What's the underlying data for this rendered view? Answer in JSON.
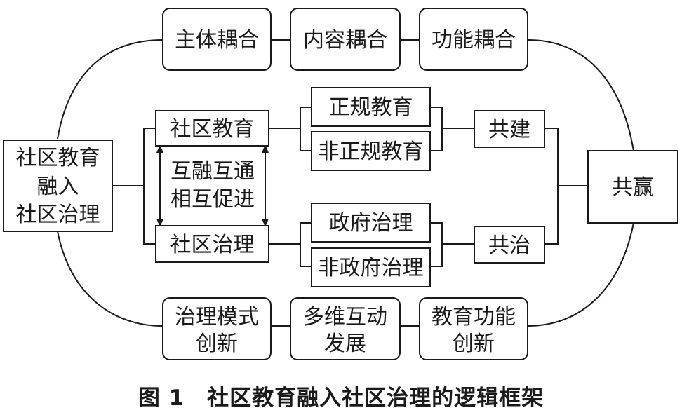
{
  "left_box": {
    "line1": "社区教育",
    "line2": "融入",
    "line3": "社区治理"
  },
  "top_row": {
    "item1": "主体耦合",
    "item2": "内容耦合",
    "item3": "功能耦合"
  },
  "mid": {
    "edu": "社区教育",
    "gov": "社区治理",
    "mutual_line1": "互融互通",
    "mutual_line2": "相互促进",
    "formal_edu": "正规教育",
    "nonformal_edu": "非正规教育",
    "gov_governance": "政府治理",
    "nongov_governance": "非政府治理",
    "co_build": "共建",
    "co_govern": "共治",
    "win_win": "共赢"
  },
  "bottom_row": {
    "item1_line1": "治理模式",
    "item1_line2": "创新",
    "item2_line1": "多维互动",
    "item2_line2": "发展",
    "item3_line1": "教育功能",
    "item3_line2": "创新"
  },
  "caption": "图 1　社区教育融入社区治理的逻辑框架"
}
